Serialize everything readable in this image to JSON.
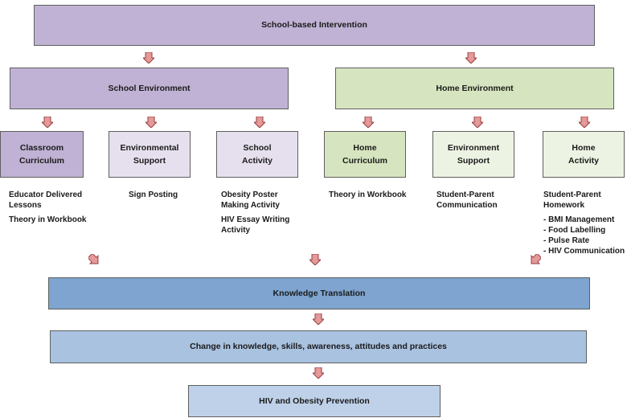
{
  "colors": {
    "purple_dark": "#c0b2d4",
    "purple_light": "#e6e0ee",
    "green_dark": "#d6e5bf",
    "green_light": "#edf3e3",
    "blue_dark": "#7ea4cf",
    "blue_mid": "#a9c2e0",
    "blue_light": "#bed1e9",
    "arrow": "#e49a9a"
  },
  "top": {
    "title": "School-based Intervention"
  },
  "school_env": {
    "title": "School Environment",
    "classroom": {
      "line1": "Classroom",
      "line2": "Curriculum"
    },
    "environmental": {
      "line1": "Environmental",
      "line2": "Support"
    },
    "activity": {
      "line1": "School",
      "line2": "Activity"
    }
  },
  "home_env": {
    "title": "Home Environment",
    "curriculum": {
      "line1": "Home",
      "line2": "Curriculum"
    },
    "support": {
      "line1": "Environment",
      "line2": "Support"
    },
    "activity": {
      "line1": "Home",
      "line2": "Activity"
    }
  },
  "notes": {
    "classroom": [
      "Educator Delivered",
      "Lessons",
      "Theory in Workbook"
    ],
    "environmental": [
      "Sign Posting"
    ],
    "school_activity": [
      "Obesity Poster",
      "Making Activity",
      "HIV Essay Writing",
      "Activity"
    ],
    "home_curriculum": [
      "Theory in Workbook"
    ],
    "env_support": [
      "Student-Parent",
      "Communication"
    ],
    "home_activity": [
      "Student-Parent",
      "Homework",
      "- BMI Management",
      "- Food Labelling",
      "- Pulse Rate",
      "- HIV Communication"
    ]
  },
  "knowledge": {
    "title": "Knowledge Translation"
  },
  "change": {
    "title": "Change in knowledge, skills, awareness, attitudes and practices"
  },
  "prevention": {
    "title": "HIV and Obesity Prevention"
  }
}
